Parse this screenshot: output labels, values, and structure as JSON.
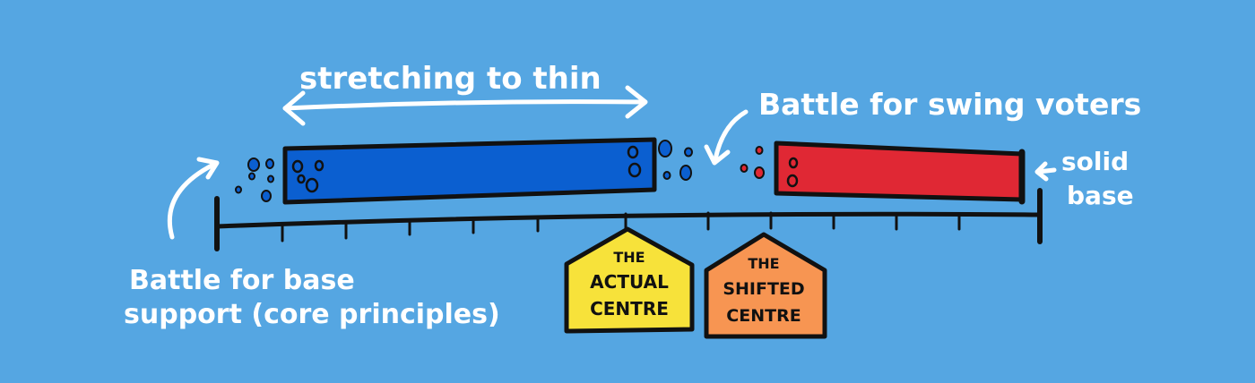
{
  "labels": {
    "stretching": "stretching to thin",
    "swing": "Battle for swing voters",
    "solid_base_1": "solid",
    "solid_base_2": "base",
    "base_support_1": "Battle for base",
    "base_support_2": "support (core principles)"
  },
  "houses": {
    "actual": {
      "line1": "THE",
      "line2": "ACTUAL",
      "line3": "CENTRE",
      "color": "#f7e23a"
    },
    "shifted": {
      "line1": "THE",
      "line2": "SHIFTED",
      "line3": "CENTRE",
      "color": "#f79552"
    }
  },
  "colors": {
    "background": "#55a6e2",
    "blue_party": "#0b5fd0",
    "red_party": "#e02834",
    "outline": "#111111",
    "annotation": "#ffffff"
  }
}
